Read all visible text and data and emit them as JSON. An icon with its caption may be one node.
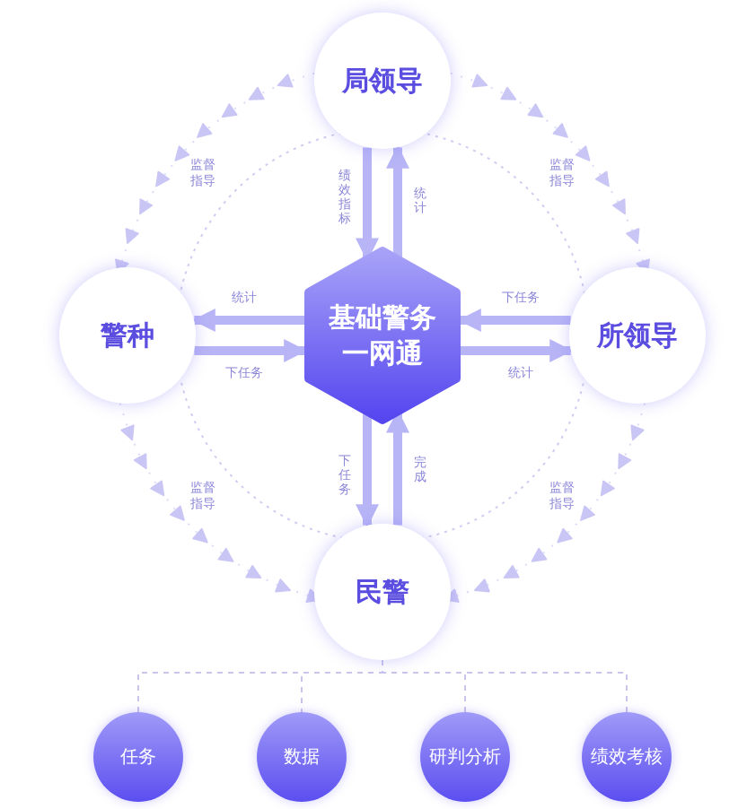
{
  "diagram": {
    "nodes": [
      {
        "text": [
          "局领导"
        ]
      },
      {
        "text": [
          "警种"
        ]
      },
      {
        "text": [
          "基础警务一网通"
        ]
      },
      {
        "text": [
          "所领导"
        ]
      },
      {
        "text": [
          "民警"
        ]
      },
      {
        "text": [
          "任务"
        ]
      },
      {
        "text": [
          "数据"
        ]
      },
      {
        "text": [
          "研判分析"
        ]
      },
      {
        "text": [
          "绩效考核"
        ]
      }
    ],
    "edges": [
      {
        "from": 0,
        "to": 2,
        "arrow": "to",
        "label": "绩效指标",
        "style": "thick"
      },
      {
        "from": 2,
        "to": 0,
        "arrow": "to",
        "label": "统计",
        "style": "thick"
      },
      {
        "from": 2,
        "to": 1,
        "arrow": "to",
        "label": "统计",
        "style": "thick"
      },
      {
        "from": 1,
        "to": 2,
        "arrow": "to",
        "label": "下任务",
        "style": "thick"
      },
      {
        "from": 3,
        "to": 2,
        "arrow": "to",
        "label": "下任务",
        "style": "thick"
      },
      {
        "from": 2,
        "to": 3,
        "arrow": "to",
        "label": "统计",
        "style": "thick"
      },
      {
        "from": 2,
        "to": 4,
        "arrow": "to",
        "label": "下任务",
        "style": "thick"
      },
      {
        "from": 4,
        "to": 2,
        "arrow": "to",
        "label": "完成",
        "style": "thick"
      },
      {
        "from": 0,
        "to": 1,
        "arrow": "to",
        "label": "监督指导",
        "style": "dashed"
      },
      {
        "from": 0,
        "to": 3,
        "arrow": "to",
        "label": "监督指导",
        "style": "dashed"
      },
      {
        "from": 1,
        "to": 4,
        "arrow": "to",
        "label": "监督指导",
        "style": "dashed"
      },
      {
        "from": 3,
        "to": 4,
        "arrow": "to",
        "label": "监督指导",
        "style": "dashed"
      },
      {
        "from": 4,
        "to": 5,
        "arrow": "none",
        "style": "dashed"
      },
      {
        "from": 4,
        "to": 6,
        "arrow": "none",
        "style": "dashed"
      },
      {
        "from": 4,
        "to": 7,
        "arrow": "none",
        "style": "dashed"
      },
      {
        "from": 4,
        "to": 8,
        "arrow": "none",
        "style": "dashed"
      }
    ]
  }
}
